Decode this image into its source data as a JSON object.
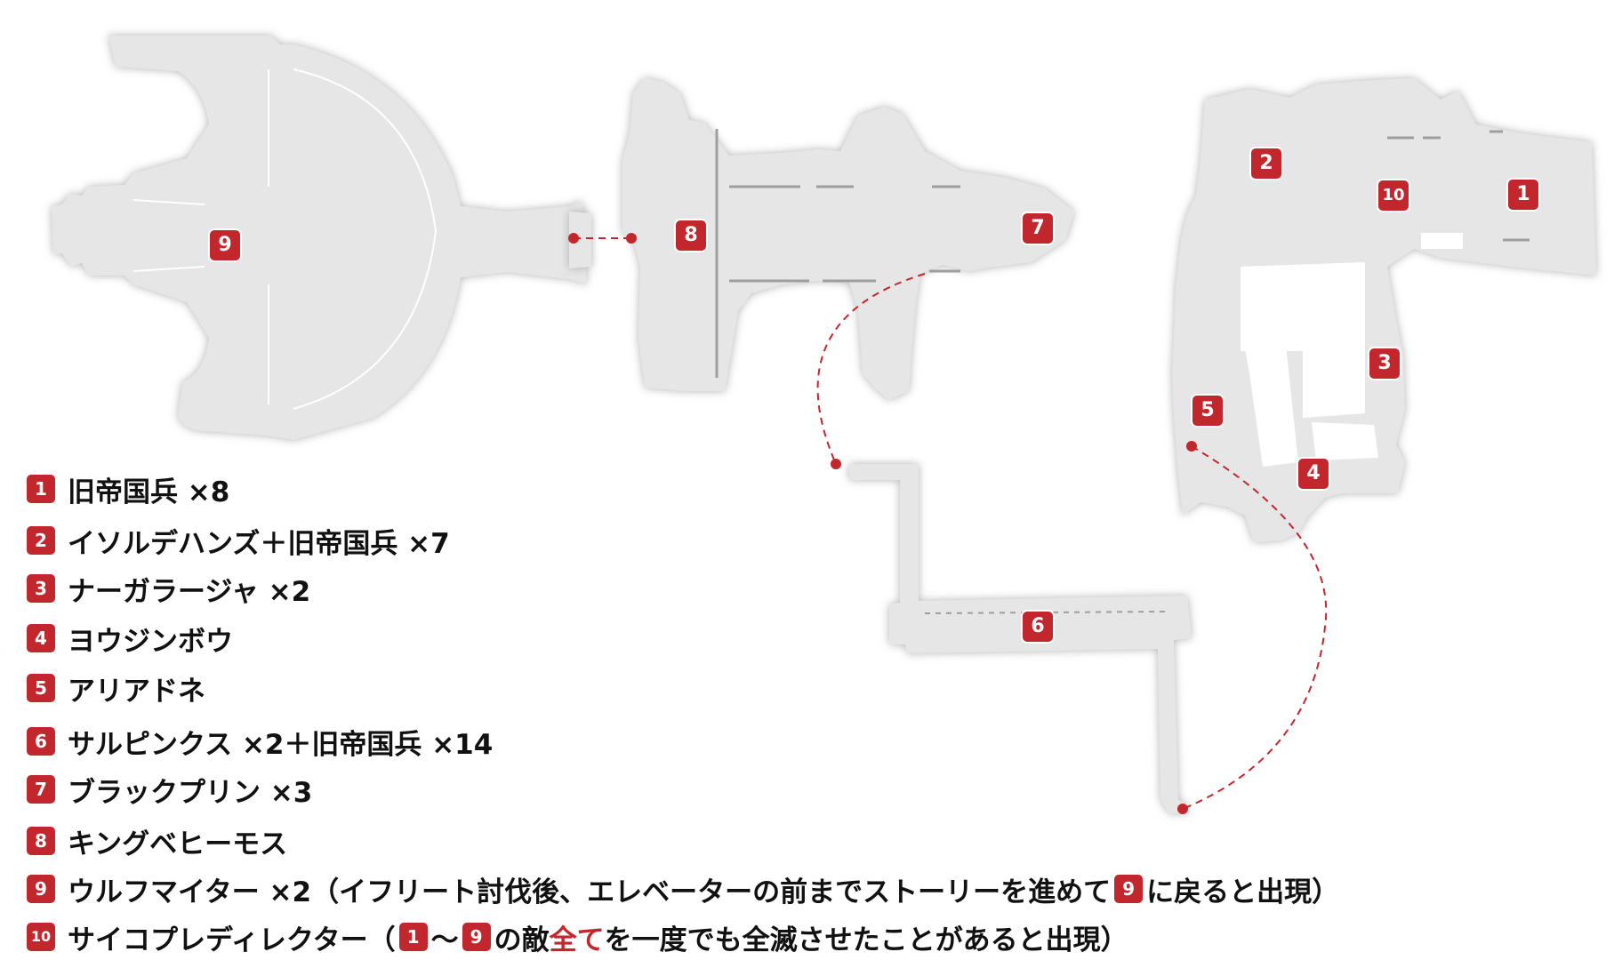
{
  "colors": {
    "room_fill": "#e6e6e6",
    "room_shadow": "#bdbdbd",
    "accent": "#c1272d",
    "text": "#111111"
  },
  "map_markers": [
    "9",
    "8",
    "7",
    "6",
    "2",
    "10",
    "1",
    "3",
    "5",
    "4"
  ],
  "legend": [
    {
      "number": "1",
      "text": "旧帝国兵 ×8"
    },
    {
      "number": "2",
      "text": "イソルデハンズ＋旧帝国兵 ×7"
    },
    {
      "number": "3",
      "text": "ナーガラージャ ×2"
    },
    {
      "number": "4",
      "text": "ヨウジンボウ"
    },
    {
      "number": "5",
      "text": "アリアドネ"
    },
    {
      "number": "6",
      "text": "サルピンクス ×2＋旧帝国兵 ×14"
    },
    {
      "number": "7",
      "text": "ブラックプリン ×3"
    },
    {
      "number": "8",
      "text": "キングベヒーモス"
    },
    {
      "number": "9",
      "text_before": "ウルフマイター ×2（イフリート討伐後、エレベーターの前までストーリーを進めて",
      "inline_number": "9",
      "text_after": "に戻ると出現）"
    },
    {
      "number": "10",
      "text_open": "サイコプレディレクター（",
      "range_start": "1",
      "range_sep": "～",
      "range_end": "9",
      "text_mid": "の敵",
      "text_accent": "全て",
      "text_after": "を一度でも全滅させたことがあると出現）"
    }
  ]
}
